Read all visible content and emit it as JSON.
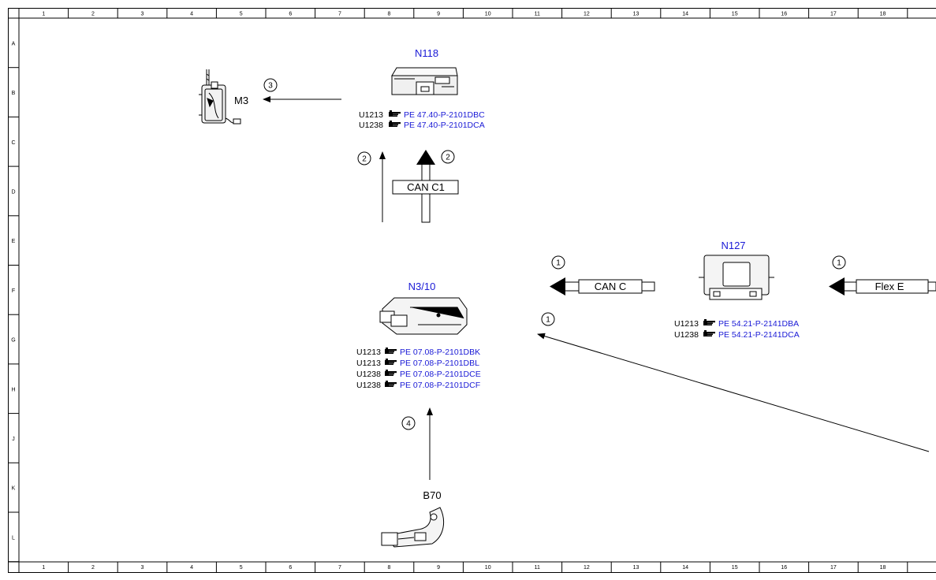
{
  "ruler": {
    "columns": [
      "1",
      "2",
      "3",
      "4",
      "5",
      "6",
      "7",
      "8",
      "9",
      "10",
      "11",
      "12",
      "13",
      "14",
      "15",
      "16",
      "17",
      "18"
    ],
    "rows": [
      "A",
      "B",
      "C",
      "D",
      "E",
      "F",
      "G",
      "H",
      "J",
      "K",
      "L"
    ]
  },
  "components": {
    "n118": {
      "label": "N118",
      "refs": [
        {
          "code": "U1213",
          "doc": "PE 47.40-P-2101DBC"
        },
        {
          "code": "U1238",
          "doc": "PE 47.40-P-2101DCA"
        }
      ]
    },
    "m3": {
      "label": "M3"
    },
    "n310": {
      "label": "N3/10",
      "refs": [
        {
          "code": "U1213",
          "doc": "PE 07.08-P-2101DBK"
        },
        {
          "code": "U1213",
          "doc": "PE 07.08-P-2101DBL"
        },
        {
          "code": "U1238",
          "doc": "PE 07.08-P-2101DCE"
        },
        {
          "code": "U1238",
          "doc": "PE 07.08-P-2101DCF"
        }
      ]
    },
    "n127": {
      "label": "N127",
      "refs": [
        {
          "code": "U1213",
          "doc": "PE 54.21-P-2141DBA"
        },
        {
          "code": "U1238",
          "doc": "PE 54.21-P-2141DCA"
        }
      ]
    },
    "b70": {
      "label": "B70"
    }
  },
  "buses": {
    "can_c1": "CAN C1",
    "can_c": "CAN C",
    "flex_e": "Flex E"
  },
  "markers": {
    "m3_arrow": "3",
    "n118_left": "2",
    "n118_right": "2",
    "can_c": "1",
    "flex_e": "1",
    "diagonal": "1",
    "b70_arrow": "4"
  },
  "colors": {
    "label_blue": "#1a1ad6",
    "line": "#000000"
  },
  "icons": {
    "ref": "pointing-hand-icon"
  }
}
